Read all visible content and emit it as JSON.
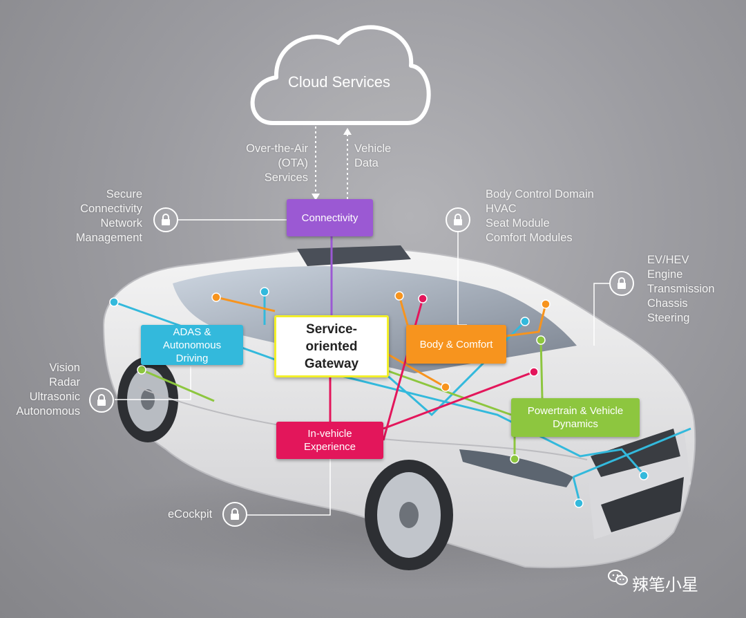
{
  "cloud": {
    "label": "Cloud Services"
  },
  "ota": {
    "lines": [
      "Over-the-Air",
      "(OTA)",
      "Services"
    ]
  },
  "vehicle_data": {
    "lines": [
      "Vehicle",
      "Data"
    ]
  },
  "secure_connectivity": {
    "lines": [
      "Secure",
      "Connectivity",
      "Network",
      "Management"
    ]
  },
  "body_domain": {
    "lines": [
      "Body Control Domain",
      "HVAC",
      "Seat Module",
      "Comfort Modules"
    ]
  },
  "powertrain_domain": {
    "lines": [
      "EV/HEV",
      "Engine",
      "Transmission",
      "Chassis",
      "Steering"
    ]
  },
  "adas_domain": {
    "lines": [
      "Vision",
      "Radar",
      "Ultrasonic",
      "Autonomous"
    ]
  },
  "ecockpit": {
    "label": "eCockpit"
  },
  "gateway": {
    "label": "Service-\noriented\nGateway"
  },
  "boxes": {
    "connectivity": "Connectivity",
    "adas": "ADAS &\nAutonomous\nDriving",
    "body_comfort": "Body & Comfort",
    "powertrain": "Powertrain & Vehicle\nDynamics",
    "invehicle": "In-vehicle\nExperience"
  },
  "colors": {
    "connectivity": "#9b59d3",
    "adas": "#33b9dc",
    "body_comfort": "#f7941e",
    "powertrain": "#8dc63f",
    "invehicle": "#e3165b",
    "gateway_border": "#f2ef2a"
  },
  "icons": [
    "cloud-icon",
    "lock-icon",
    "wechat-icon",
    "car-illustration"
  ],
  "watermark": {
    "text": "辣笔小星"
  }
}
